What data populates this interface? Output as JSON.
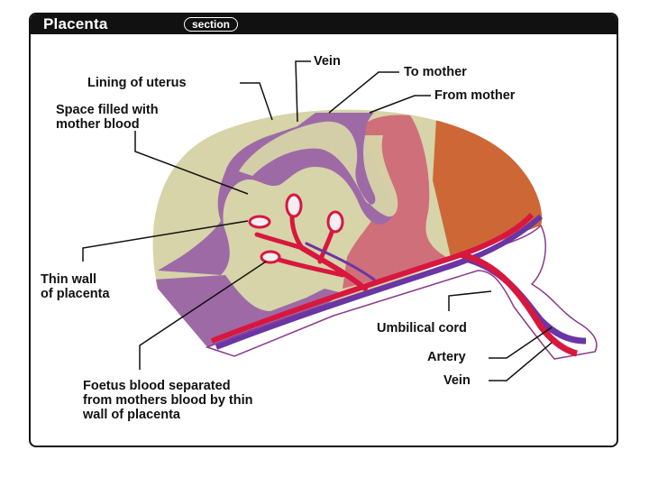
{
  "header": {
    "title": "Placenta",
    "badge": "section"
  },
  "colors": {
    "uterus_lining": "#d6d4a8",
    "mother_blood_space": "#9e6aa6",
    "mother_blood_light": "#cf6f79",
    "mother_blood_orange": "#cd6836",
    "artery": "#d8173f",
    "vein": "#6a35a4",
    "frame": "#111111"
  },
  "labels": {
    "vein_top": "Vein",
    "to_mother": "To mother",
    "from_mother": "From mother",
    "lining_of_uterus": "Lining of uterus",
    "space_line1": "Space filled with",
    "space_line2": "mother blood",
    "thin_wall_line1": "Thin wall",
    "thin_wall_line2": "of placenta",
    "foetus_line1": "Foetus blood separated",
    "foetus_line2": "from mothers blood by thin",
    "foetus_line3": "wall of placenta",
    "umbilical_cord": "Umbilical cord",
    "artery": "Artery",
    "vein_bottom": "Vein"
  }
}
